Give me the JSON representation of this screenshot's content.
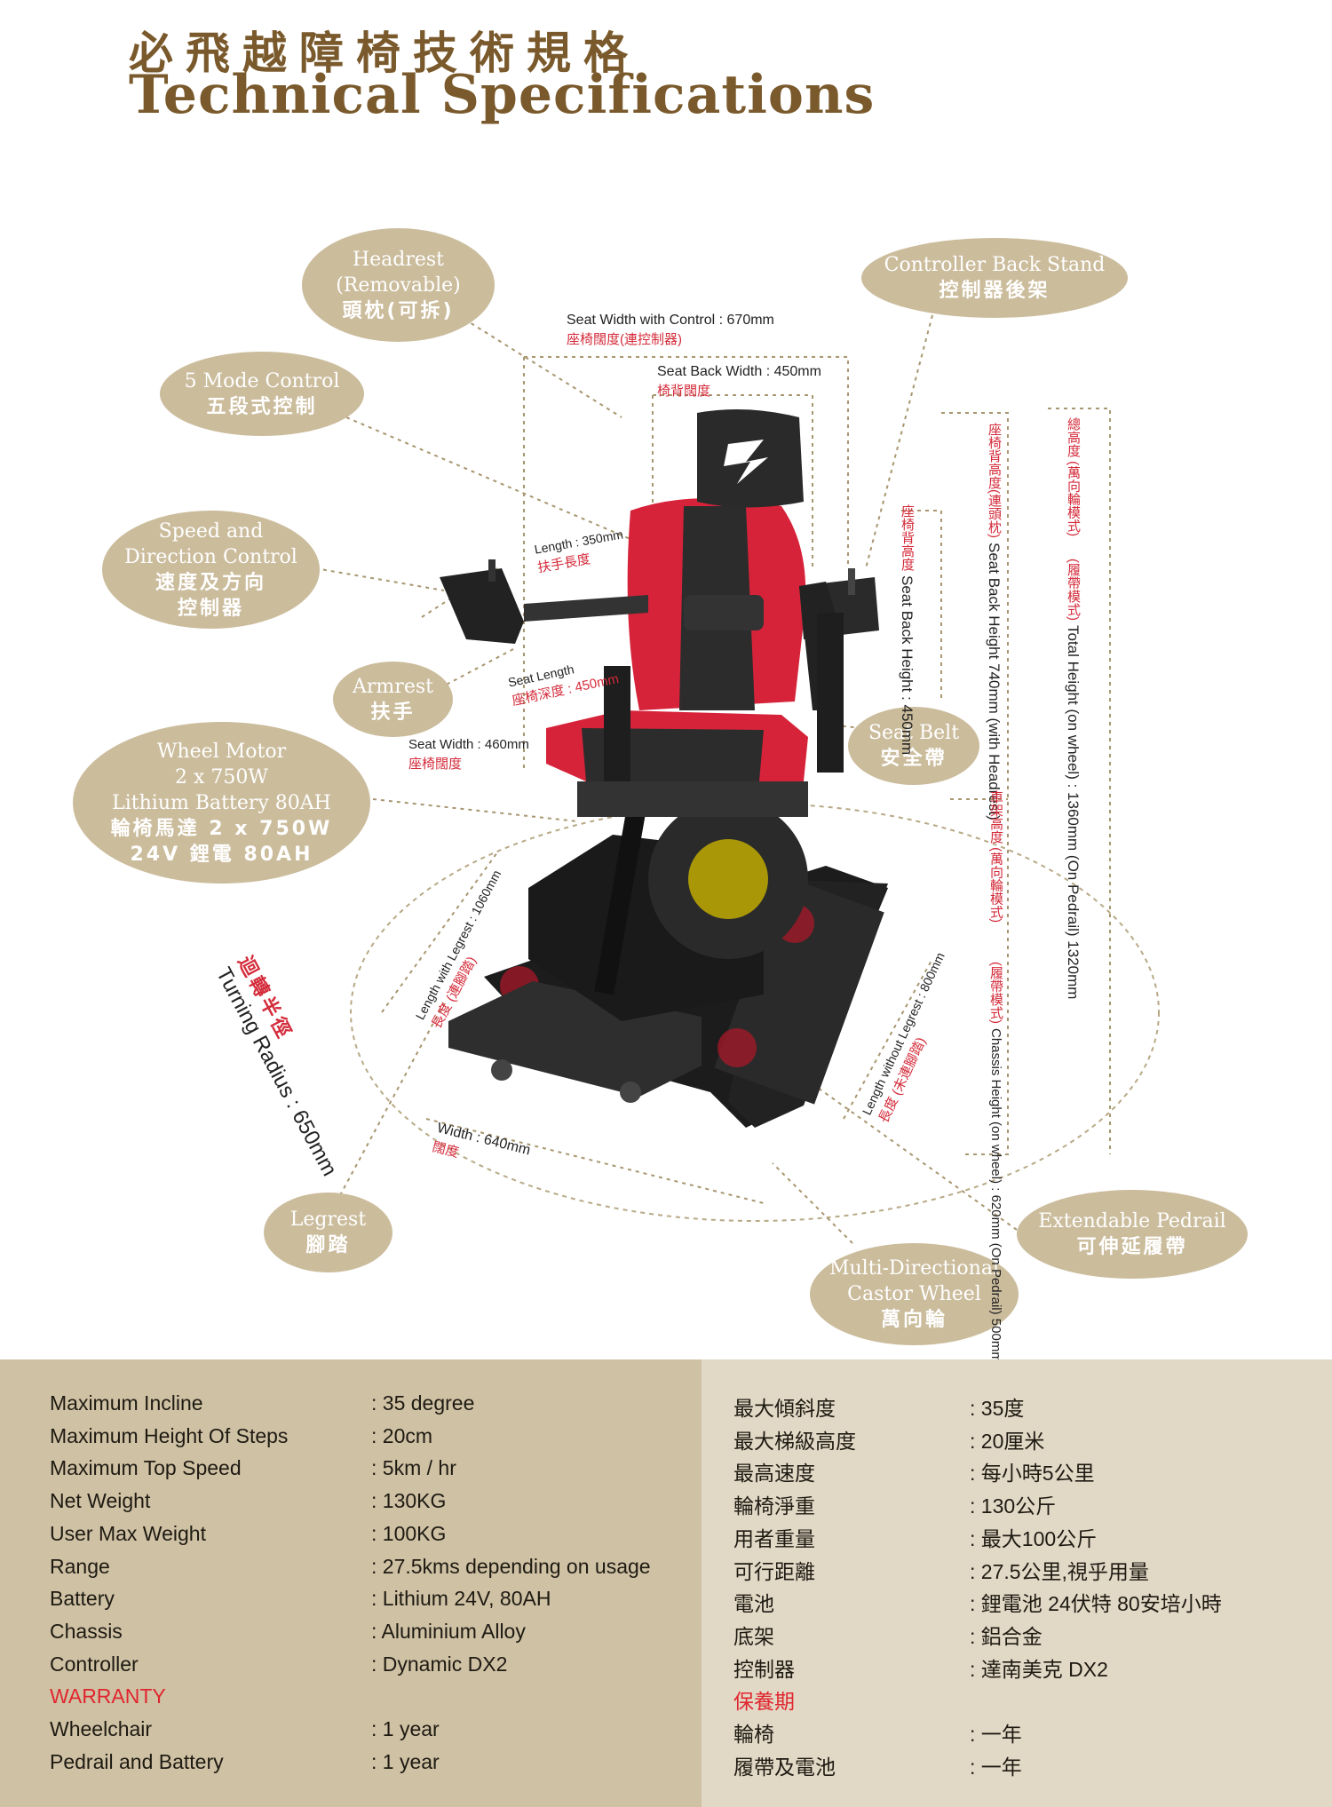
{
  "title": {
    "zh": "必飛越障椅技術規格",
    "en": "Technical Specifications"
  },
  "callouts": {
    "headrest": {
      "l1": "Headrest",
      "l2": "(Removable)",
      "zh": "頭枕(可拆)"
    },
    "controller_stand": {
      "l1": "Controller Back Stand",
      "zh": "控制器後架"
    },
    "mode_control": {
      "l1": "5 Mode Control",
      "zh": "五段式控制"
    },
    "speed_control": {
      "l1": "Speed and",
      "l2": "Direction Control",
      "zh1": "速度及方向",
      "zh2": "控制器"
    },
    "armrest": {
      "l1": "Armrest",
      "zh": "扶手"
    },
    "wheel_motor": {
      "l1": "Wheel Motor",
      "l2": "2 x 750W",
      "l3": "Lithium Battery 80AH",
      "zh1": "輪椅馬達 2 x 750W",
      "zh2": "24V 鋰電 80AH"
    },
    "seat_belt": {
      "l1": "Seat Belt",
      "zh": "安全帶"
    },
    "legrest": {
      "l1": "Legrest",
      "zh": "腳踏"
    },
    "castor": {
      "l1": "Multi-Directional",
      "l2": "Castor Wheel",
      "zh": "萬向輪"
    },
    "pedrail": {
      "l1": "Extendable Pedrail",
      "zh": "可伸延履帶"
    }
  },
  "dimensions": {
    "seat_width_control": {
      "en": "Seat Width with Control : 670mm",
      "zh": "座椅闊度(連控制器)"
    },
    "seat_back_width": {
      "en": "Seat Back Width : 450mm",
      "zh": "椅背闊度"
    },
    "armrest_length": {
      "en": "Length : 350mm",
      "zh": "扶手長度"
    },
    "seat_length": {
      "en": "Seat Length",
      "zh": "座椅深度 : 450mm"
    },
    "seat_width": {
      "en": "Seat Width : 460mm",
      "zh": "座椅闊度"
    },
    "seat_back_height": {
      "en": "Seat Back Height : 450mm",
      "zh": "座椅背高度"
    },
    "seat_back_height_headrest": {
      "en": "Seat Back Height 740mm (with Headrest)",
      "zh": "座椅背高度(連頭枕)"
    },
    "total_height": {
      "en": "Total Height (on wheel) : 1360mm   (On Pedrail) 1320mm",
      "zh": "總高度 (萬向輪模式)",
      "zh2": "(履帶模式)"
    },
    "chassis_height": {
      "en": "Chassis Height (on wheel) : 620mm   (On Pedrail) 500mm",
      "zh": "車架高度 (萬向輪模式)",
      "zh2": "(履帶模式)"
    },
    "length_legrest": {
      "en": "Length with Legrest : 1060mm",
      "zh": "長度 (連腳踏)"
    },
    "length_no_legrest": {
      "en": "Length without Legrest : 800mm",
      "zh": "長度 (未連腳踏)"
    },
    "width": {
      "en": "Width : 640mm",
      "zh": "闊度"
    },
    "turning_radius": {
      "zh": "迴轉半徑",
      "en": "Turning Radius : 650mm"
    }
  },
  "specs_en": [
    {
      "label": "Maximum Incline",
      "value": ":  35 degree"
    },
    {
      "label": "Maximum Height Of Steps",
      "value": ":  20cm"
    },
    {
      "label": "Maximum Top Speed",
      "value": ":  5km / hr"
    },
    {
      "label": "Net Weight",
      "value": ":  130KG"
    },
    {
      "label": "User Max Weight",
      "value": ":  100KG"
    },
    {
      "label": "Range",
      "value": ":  27.5kms depending on usage"
    },
    {
      "label": "Battery",
      "value": ":  Lithium 24V, 80AH"
    },
    {
      "label": "Chassis",
      "value": ":  Aluminium Alloy"
    },
    {
      "label": "Controller",
      "value": ":  Dynamic DX2"
    },
    {
      "label": "WARRANTY",
      "value": ""
    },
    {
      "label": "Wheelchair",
      "value": ":  1 year"
    },
    {
      "label": "Pedrail and Battery",
      "value": ":  1 year"
    }
  ],
  "specs_zh": [
    {
      "label": "最大傾斜度",
      "value": ": 35度"
    },
    {
      "label": "最大梯級高度",
      "value": ": 20厘米"
    },
    {
      "label": "最高速度",
      "value": ": 每小時5公里"
    },
    {
      "label": "輪椅淨重",
      "value": ": 130公斤"
    },
    {
      "label": "用者重量",
      "value": ": 最大100公斤"
    },
    {
      "label": "可行距離",
      "value": ": 27.5公里,視乎用量"
    },
    {
      "label": "電池",
      "value": ": 鋰電池 24伏特 80安培小時"
    },
    {
      "label": "底架",
      "value": ": 鋁合金"
    },
    {
      "label": "控制器",
      "value": ": 達南美克 DX2"
    },
    {
      "label": "保養期",
      "value": ""
    },
    {
      "label": "輪椅",
      "value": ":  一年"
    },
    {
      "label": "履帶及電池",
      "value": ":  一年"
    }
  ],
  "colors": {
    "title": "#7a5a2c",
    "oval": "#cbbc9c",
    "warranty": "#e0262f",
    "seat_red": "#d6233a"
  }
}
